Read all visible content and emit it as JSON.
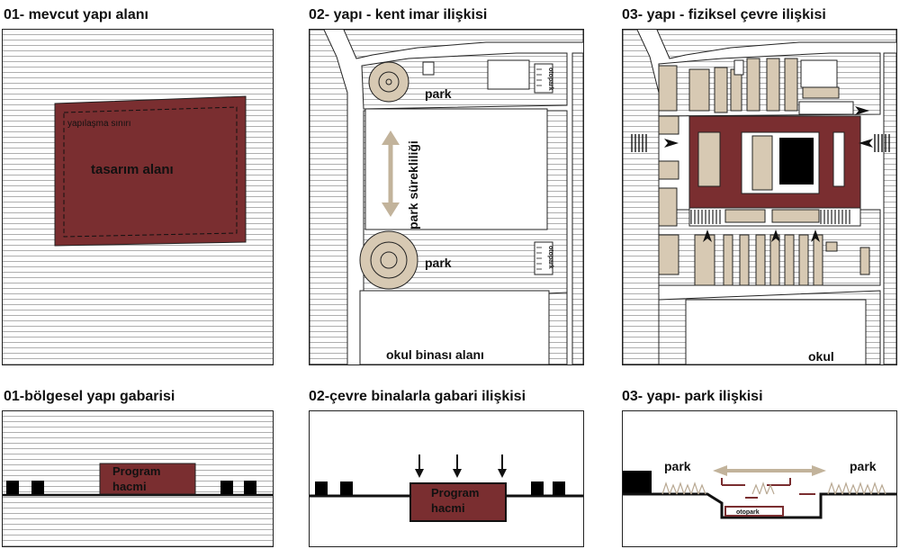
{
  "titles": {
    "t1": "01- mevcut yapı alanı",
    "t2": "02- yapı - kent imar ilişkisi",
    "t3": "03- yapı - fiziksel çevre ilişkisi",
    "t4": "01-bölgesel  yapı gabarisi",
    "t5": "02-çevre binalarla gabari ilişkisi",
    "t6": "03- yapı- park ilişkisi"
  },
  "labels": {
    "yapilasma": "yapılaşma sınırı",
    "tasarim": "tasarım alanı",
    "park": "park",
    "park_sureklilik": "park sürekliliği",
    "otopark": "otopark",
    "okul_binasi": "okul binası alanı",
    "okul": "okul",
    "program_line1": "Program",
    "program_line2": "hacmi"
  },
  "colors": {
    "maroon": "#7a2e30",
    "beige": "#d7c9b3",
    "arrow_beige": "#c2b39b",
    "line": "#111111",
    "hatch": "#9a9a9a"
  }
}
